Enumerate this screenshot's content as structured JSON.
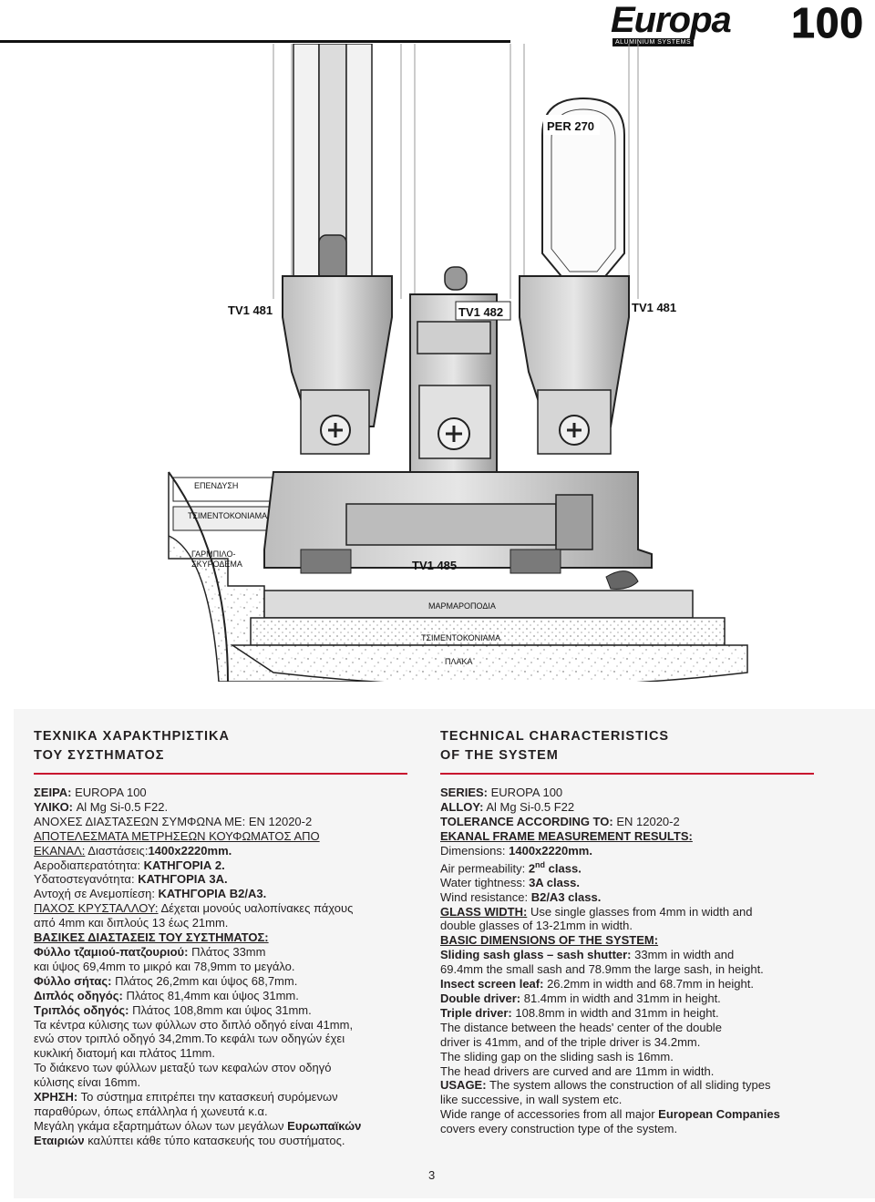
{
  "brand": {
    "logo_text": "Europa",
    "logo_sub": "ALUMINIUM SYSTEMS",
    "series_number": "100"
  },
  "drawing": {
    "labels": {
      "per270": "PER 270",
      "tv1_481_left": "TV1 481",
      "tv1_482": "TV1 482",
      "tv1_481_right": "TV1 481",
      "tv1_485": "TV1 485",
      "ependysi": "ΕΠΕΝΔΥΣΗ",
      "tsimentokoniama_top": "ΤΣΙΜΕΝΤΟΚΟΝΙΑΜΑ",
      "garmpilo_1": "ΓΑΡΜΠΙΛΟ-",
      "garmpilo_2": "ΣΚΥΡΟΔΕΜΑ",
      "marmaropodia": "ΜΑΡΜΑΡΟΠΟΔΙΑ",
      "tsimentokoniama_bottom": "ΤΣΙΜΕΝΤΟΚΟΝΙΑΜΑ",
      "plaka": "ΠΛΑΚΑ"
    }
  },
  "greek": {
    "title_1": "ΤΕΧΝΙΚΑ ΧΑΡΑΚΤΗΡΙΣΤΙΚΑ",
    "title_2": "ΤΟΥ ΣΥΣΤΗΜΑΤΟΣ",
    "series_label": "ΣΕΙΡΑ:",
    "series_value": " EUROPA 100",
    "material_label": "ΥΛΙΚΟ:",
    "material_value": " Al Mg Si-0.5 F22.",
    "tol_label": "ΑΝΟΧΕΣ ΔΙΑΣΤΑΣΕΩΝ ΣΥΜΦΩΝΑ ΜΕ:",
    "tol_value": " EN 12020-2",
    "results_1": "ΑΠΟΤΕΛΕΣΜΑΤΑ ΜΕΤΡΗΣΕΩΝ ΚΟΥΦΩΜΑΤΟΣ ΑΠΟ",
    "results_2": "ΕΚΑΝΑΛ:",
    "dims_label": " Διαστάσεις:",
    "dims_value": "1400x2220mm.",
    "air_label": "Αεροδιαπερατότητα: ",
    "air_value": "ΚΑΤΗΓΟΡΙΑ 2.",
    "water_label": "Υδατοστεγανότητα: ",
    "water_value": "ΚΑΤΗΓΟΡΙΑ 3Α.",
    "wind_label": "Αντοχή σε Ανεμοπίεση: ",
    "wind_value": "ΚΑΤΗΓΟΡΙΑ Β2/Α3.",
    "glass_label": "ΠΑΧΟΣ ΚΡΥΣΤΑΛΛΟΥ:",
    "glass_value": " Δέχεται μονούς υαλοπίνακες πάχους",
    "glass_value_2": "από 4mm και διπλούς 13 έως 21mm.",
    "basic_title": "ΒΑΣΙΚΕΣ ΔΙΑΣΤΑΣΕΙΣ ΤΟΥ ΣΥΣΤΗΜΑΤΟΣ:",
    "sash_label": "Φύλλο τζαμιού-πατζουριού:",
    "sash_value": " Πλάτος 33mm",
    "sash_value_2": "και ύψος 69,4mm το μικρό και 78,9mm το μεγάλο.",
    "screen_label": "Φύλλο σήτας:",
    "screen_value": " Πλάτος 26,2mm και ύψος 68,7mm.",
    "double_label": "Διπλός οδηγός:",
    "double_value": " Πλάτος 81,4mm και ύψος 31mm.",
    "triple_label": "Τριπλός οδηγός:",
    "triple_value": " Πλάτος 108,8mm και ύψος 31mm.",
    "dist_1": "Τα κέντρα κύλισης των φύλλων στο διπλό οδηγό είναι 41mm,",
    "dist_2": "ενώ στον τριπλό οδηγό 34,2mm.Το κεφάλι των οδηγών έχει",
    "dist_3": "κυκλική διατομή και πλάτος 11mm.",
    "gap_1": "Το διάκενο των φύλλων μεταξύ των κεφαλών στον οδηγό",
    "gap_2": "κύλισης είναι 16mm.",
    "usage_label": "ΧΡΗΣΗ:",
    "usage_value": " Το σύστημα επιτρέπει την κατασκευή συρόμενων",
    "usage_2": "παραθύρων, όπως επάλληλα ή χωνευτά κ.α.",
    "acc_1": "Μεγάλη γκάμα εξαρτημάτων όλων των μεγάλων ",
    "acc_1b": "Ευρωπαϊκών",
    "acc_2a": "Εταιριών",
    "acc_2b": " καλύπτει κάθε τύπο κατασκευής του συστήματος."
  },
  "english": {
    "title_1": "TECHNICAL CHARACTERISTICS",
    "title_2": "OF THE SYSTEM",
    "series_label": "SERIES:",
    "series_value": " EUROPA 100",
    "alloy_label": "ALLOY:",
    "alloy_value": " Al Mg Si-0.5 F22",
    "tol_label": "TOLERANCE ACCORDING TO:",
    "tol_value": " EN 12020-2",
    "results": "EKANAL FRAME MEASUREMENT RESULTS:",
    "dims_label": "Dimensions: ",
    "dims_value": "1400x2220mm.",
    "air_label": "Air permeability: ",
    "air_value": "2",
    "air_sup": "nd",
    "air_value_2": " class.",
    "water_label": "Water tightness: ",
    "water_value": "3A class.",
    "wind_label": "Wind resistance: ",
    "wind_value": "B2/A3 class.",
    "glass_label": "GLASS WIDTH:",
    "glass_value": " Use single glasses from 4mm in width and",
    "glass_value_2": "double glasses of 13-21mm in width.",
    "basic_title": "BASIC DIMENSIONS OF THE SYSTEM:",
    "sash_label": "Sliding sash glass – sash shutter:",
    "sash_value": " 33mm in width and",
    "sash_value_2": "69.4mm the small sash and 78.9mm the large sash, in height.",
    "screen_label": "Insect screen leaf:",
    "screen_value": " 26.2mm in width and 68.7mm in height.",
    "double_label": "Double driver:",
    "double_value": " 81.4mm in width and 31mm in height.",
    "triple_label": "Triple driver:",
    "triple_value": " 108.8mm in width and 31mm in height.",
    "dist_1": "The distance between the heads' center of the double",
    "dist_2": "driver is 41mm, and of the triple driver is 34.2mm.",
    "gap_1": "The sliding gap on the sliding sash is 16mm.",
    "head_1": "The head drivers are curved and are 11mm in width.",
    "usage_label": "USAGE:",
    "usage_value": " The system allows the construction of all sliding types",
    "usage_2": "like successive, in wall system etc.",
    "acc_1": "Wide range of accessories from all major ",
    "acc_1b": "European Companies",
    "acc_2": "covers every construction type of the system."
  },
  "page_number": "3"
}
